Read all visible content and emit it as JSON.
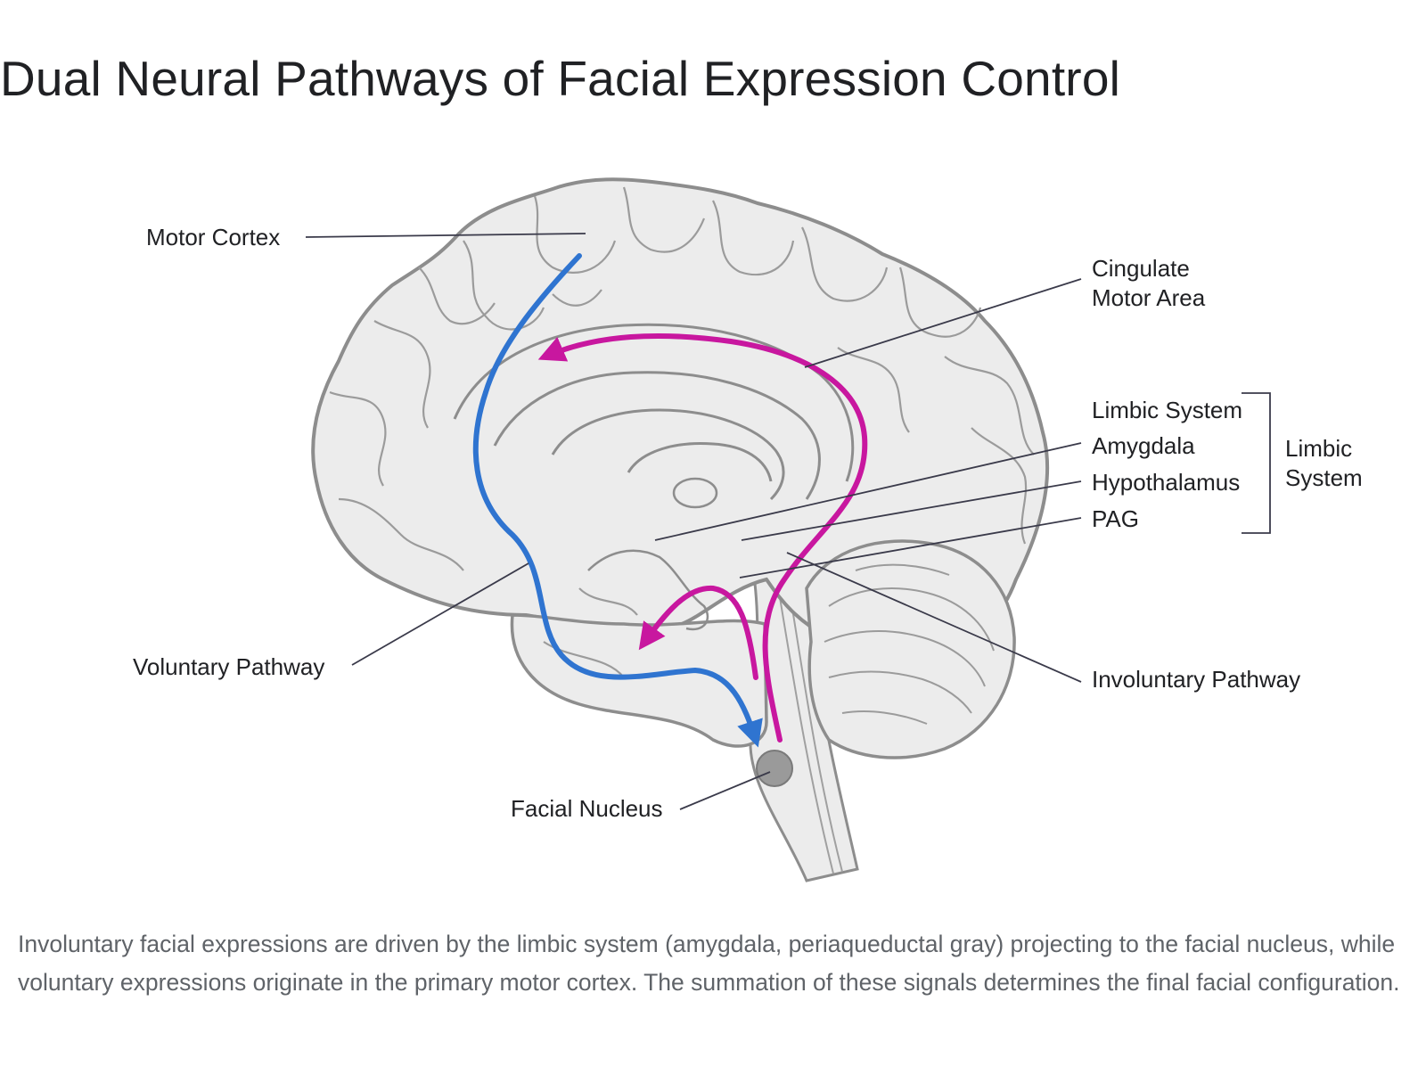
{
  "title": "Dual Neural Pathways of Facial Expression Control",
  "labels": {
    "motor_cortex": "Motor Cortex",
    "cingulate_line1": "Cingulate",
    "cingulate_line2": "Motor Area",
    "limbic_system": "Limbic System",
    "amygdala": "Amygdala",
    "hypothalamus": "Hypothalamus",
    "pag": "PAG",
    "bracket_line1": "Limbic",
    "bracket_line2": "System",
    "voluntary_pathway": "Voluntary Pathway",
    "involuntary_pathway": "Involuntary Pathway",
    "facial_nucleus": "Facial Nucleus"
  },
  "colors": {
    "voluntary": "#2f74d0",
    "involuntary": "#c8179f",
    "brain_fill": "#ececec",
    "brain_stroke": "#8d8d8d",
    "nucleus": "#9a9a9a"
  },
  "caption": "Involuntary facial expressions are driven by the limbic system (amygdala, periaqueductal gray) projecting to the facial nucleus, while voluntary expressions originate in the primary motor cortex. The summation of these signals determines the final facial configuration."
}
